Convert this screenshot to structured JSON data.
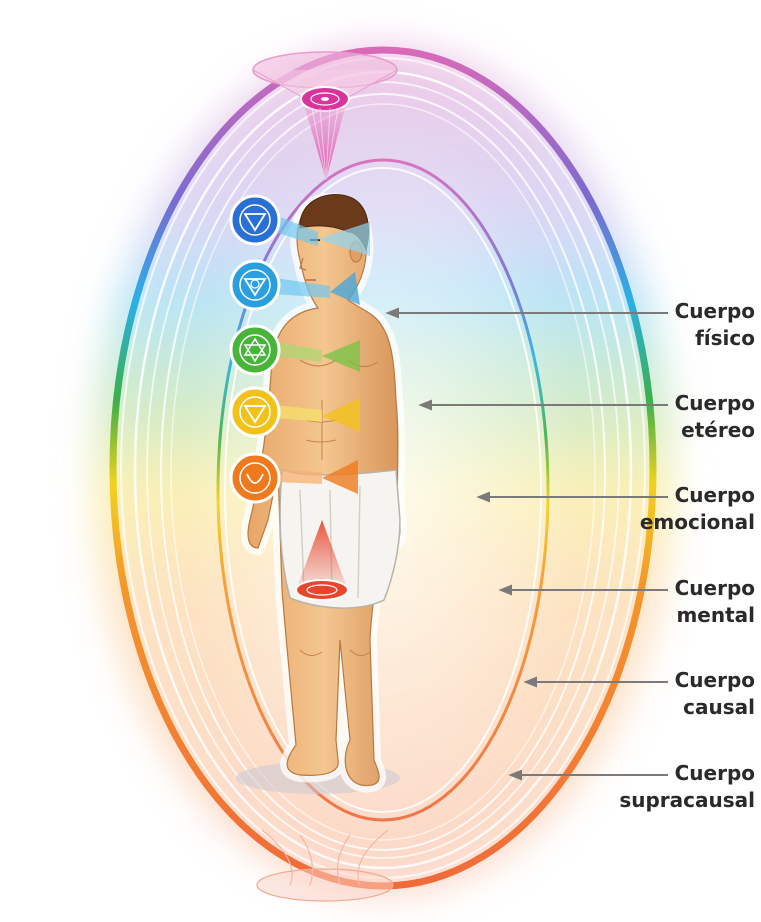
{
  "labels": [
    {
      "line1": "Cuerpo",
      "line2": "físico"
    },
    {
      "line1": "Cuerpo",
      "line2": "etéreo"
    },
    {
      "line1": "Cuerpo",
      "line2": "emocional"
    },
    {
      "line1": "Cuerpo",
      "line2": "mental"
    },
    {
      "line1": "Cuerpo",
      "line2": "causal"
    },
    {
      "line1": "Cuerpo",
      "line2": "supracausal"
    }
  ],
  "chakras": [
    {
      "name": "crown",
      "color": "#d9339c"
    },
    {
      "name": "third-eye",
      "color": "#2a6fd6"
    },
    {
      "name": "throat",
      "color": "#2a9fe0"
    },
    {
      "name": "heart",
      "color": "#48b43a"
    },
    {
      "name": "solar-plexus",
      "color": "#f2c21b"
    },
    {
      "name": "sacral",
      "color": "#ef7a1e"
    },
    {
      "name": "root",
      "color": "#e8452c"
    }
  ],
  "aura_colors": [
    "#c25bb0",
    "#5c6cc8",
    "#28a8e0",
    "#2fa84a",
    "#f0d020",
    "#f59a2a",
    "#f06a3a"
  ]
}
